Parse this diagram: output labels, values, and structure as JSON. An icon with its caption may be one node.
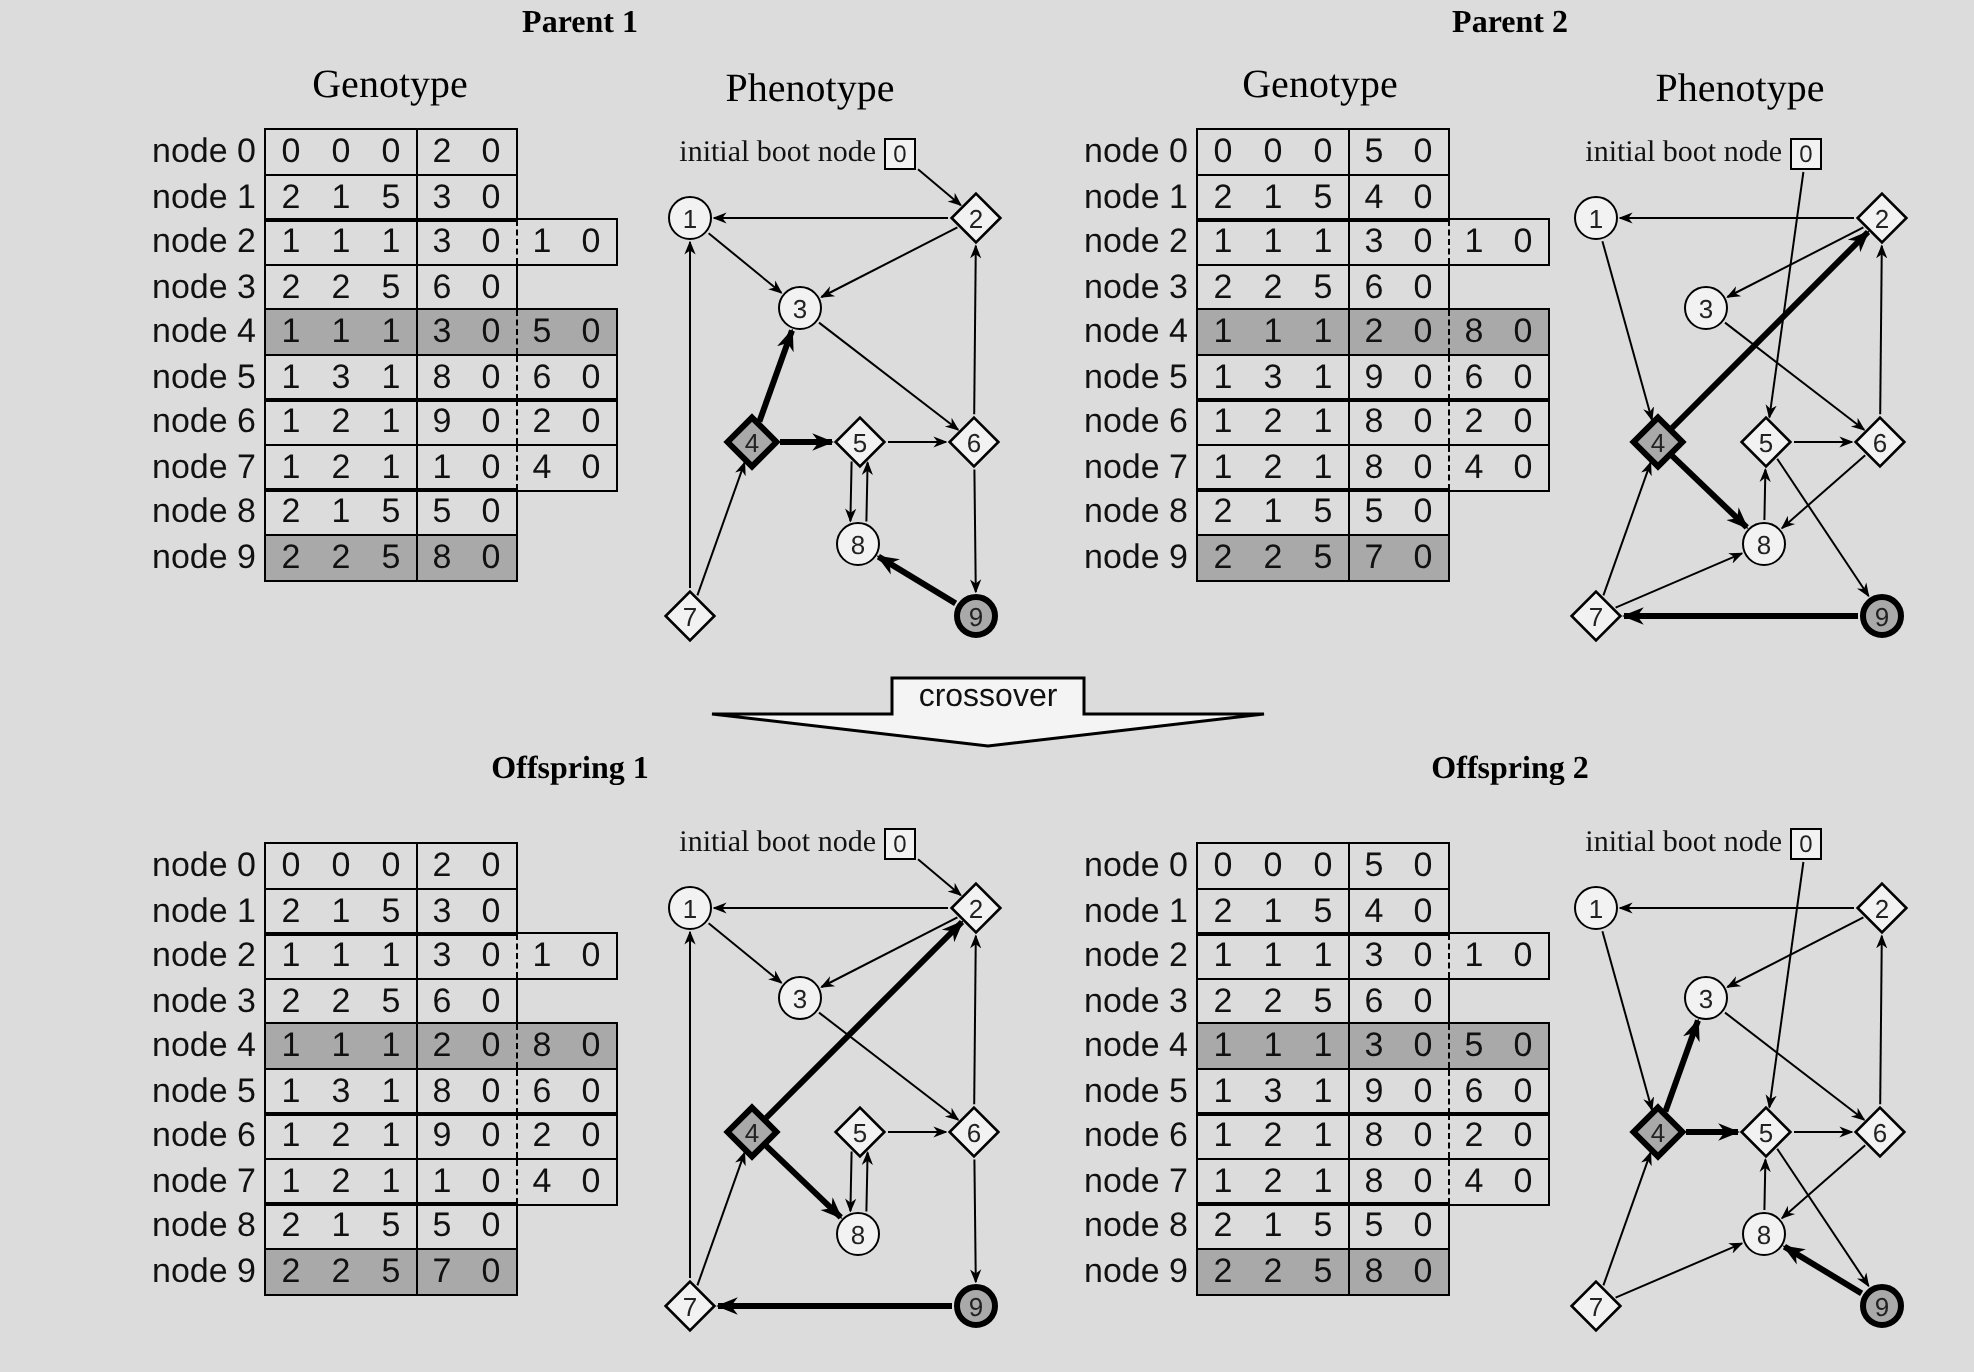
{
  "diagram": {
    "nodes": [
      {
        "text": [
          "0",
          "0",
          "0",
          "2",
          "0"
        ],
        "beside": [
          "node 0"
        ]
      },
      {
        "text": [
          "2",
          "1",
          "5",
          "3",
          "0"
        ],
        "beside": [
          "node 1"
        ]
      },
      {
        "text": [
          "1",
          "1",
          "1",
          "3",
          "0",
          "1",
          "0"
        ],
        "beside": [
          "node 2"
        ]
      },
      {
        "text": [
          "2",
          "2",
          "5",
          "6",
          "0"
        ],
        "beside": [
          "node 3"
        ]
      },
      {
        "text": [
          "1",
          "1",
          "1",
          "3",
          "0",
          "5",
          "0"
        ],
        "beside": [
          "node 4"
        ]
      },
      {
        "text": [
          "1",
          "3",
          "1",
          "8",
          "0",
          "6",
          "0"
        ],
        "beside": [
          "node 5"
        ]
      },
      {
        "text": [
          "1",
          "2",
          "1",
          "9",
          "0",
          "2",
          "0"
        ],
        "beside": [
          "node 6"
        ]
      },
      {
        "text": [
          "1",
          "2",
          "1",
          "1",
          "0",
          "4",
          "0"
        ],
        "beside": [
          "node 7"
        ]
      },
      {
        "text": [
          "2",
          "1",
          "5",
          "5",
          "0"
        ],
        "beside": [
          "node 8"
        ]
      },
      {
        "text": [
          "2",
          "2",
          "5",
          "8",
          "0"
        ],
        "beside": [
          "node 9"
        ]
      },
      {
        "text": [
          "0"
        ],
        "beside": [
          "initial boot node"
        ]
      },
      {
        "text": [
          "1"
        ]
      },
      {
        "text": [
          "2"
        ]
      },
      {
        "text": [
          "3"
        ]
      },
      {
        "text": [
          "4"
        ]
      },
      {
        "text": [
          "5"
        ]
      },
      {
        "text": [
          "6"
        ]
      },
      {
        "text": [
          "7"
        ]
      },
      {
        "text": [
          "8"
        ]
      },
      {
        "text": [
          "9"
        ]
      },
      {
        "text": [
          "0",
          "0",
          "0",
          "5",
          "0"
        ],
        "beside": [
          "node 0"
        ]
      },
      {
        "text": [
          "2",
          "1",
          "5",
          "4",
          "0"
        ],
        "beside": [
          "node 1"
        ]
      },
      {
        "text": [
          "1",
          "1",
          "1",
          "3",
          "0",
          "1",
          "0"
        ],
        "beside": [
          "node 2"
        ]
      },
      {
        "text": [
          "2",
          "2",
          "5",
          "6",
          "0"
        ],
        "beside": [
          "node 3"
        ]
      },
      {
        "text": [
          "1",
          "1",
          "1",
          "2",
          "0",
          "8",
          "0"
        ],
        "beside": [
          "node 4"
        ]
      },
      {
        "text": [
          "1",
          "3",
          "1",
          "9",
          "0",
          "6",
          "0"
        ],
        "beside": [
          "node 5"
        ]
      },
      {
        "text": [
          "1",
          "2",
          "1",
          "8",
          "0",
          "2",
          "0"
        ],
        "beside": [
          "node 6"
        ]
      },
      {
        "text": [
          "1",
          "2",
          "1",
          "8",
          "0",
          "4",
          "0"
        ],
        "beside": [
          "node 7"
        ]
      },
      {
        "text": [
          "2",
          "1",
          "5",
          "5",
          "0"
        ],
        "beside": [
          "node 8"
        ]
      },
      {
        "text": [
          "2",
          "2",
          "5",
          "7",
          "0"
        ],
        "beside": [
          "node 9"
        ]
      },
      {
        "text": [
          "0"
        ],
        "beside": [
          "initial boot node"
        ]
      },
      {
        "text": [
          "1"
        ]
      },
      {
        "text": [
          "2"
        ]
      },
      {
        "text": [
          "3"
        ]
      },
      {
        "text": [
          "4"
        ]
      },
      {
        "text": [
          "5"
        ]
      },
      {
        "text": [
          "6"
        ]
      },
      {
        "text": [
          "7"
        ]
      },
      {
        "text": [
          "8"
        ]
      },
      {
        "text": [
          "9"
        ]
      },
      {
        "text": [
          "crossover"
        ]
      },
      {
        "text": [
          "0",
          "0",
          "0",
          "2",
          "0"
        ],
        "beside": [
          "node 0"
        ]
      },
      {
        "text": [
          "2",
          "1",
          "5",
          "3",
          "0"
        ],
        "beside": [
          "node 1"
        ]
      },
      {
        "text": [
          "1",
          "1",
          "1",
          "3",
          "0",
          "1",
          "0"
        ],
        "beside": [
          "node 2"
        ]
      },
      {
        "text": [
          "2",
          "2",
          "5",
          "6",
          "0"
        ],
        "beside": [
          "node 3"
        ]
      },
      {
        "text": [
          "1",
          "1",
          "1",
          "2",
          "0",
          "8",
          "0"
        ],
        "beside": [
          "node 4"
        ]
      },
      {
        "text": [
          "1",
          "3",
          "1",
          "8",
          "0",
          "6",
          "0"
        ],
        "beside": [
          "node 5"
        ]
      },
      {
        "text": [
          "1",
          "2",
          "1",
          "9",
          "0",
          "2",
          "0"
        ],
        "beside": [
          "node 6"
        ]
      },
      {
        "text": [
          "1",
          "2",
          "1",
          "1",
          "0",
          "4",
          "0"
        ],
        "beside": [
          "node 7"
        ]
      },
      {
        "text": [
          "2",
          "1",
          "5",
          "5",
          "0"
        ],
        "beside": [
          "node 8"
        ]
      },
      {
        "text": [
          "2",
          "2",
          "5",
          "7",
          "0"
        ],
        "beside": [
          "node 9"
        ]
      },
      {
        "text": [
          "0"
        ],
        "beside": [
          "initial boot node"
        ]
      },
      {
        "text": [
          "1"
        ]
      },
      {
        "text": [
          "2"
        ]
      },
      {
        "text": [
          "3"
        ]
      },
      {
        "text": [
          "4"
        ]
      },
      {
        "text": [
          "5"
        ]
      },
      {
        "text": [
          "6"
        ]
      },
      {
        "text": [
          "7"
        ]
      },
      {
        "text": [
          "8"
        ]
      },
      {
        "text": [
          "9"
        ]
      },
      {
        "text": [
          "0",
          "0",
          "0",
          "5",
          "0"
        ],
        "beside": [
          "node 0"
        ]
      },
      {
        "text": [
          "2",
          "1",
          "5",
          "4",
          "0"
        ],
        "beside": [
          "node 1"
        ]
      },
      {
        "text": [
          "1",
          "1",
          "1",
          "3",
          "0",
          "1",
          "0"
        ],
        "beside": [
          "node 2"
        ]
      },
      {
        "text": [
          "2",
          "2",
          "5",
          "6",
          "0"
        ],
        "beside": [
          "node 3"
        ]
      },
      {
        "text": [
          "1",
          "1",
          "1",
          "3",
          "0",
          "5",
          "0"
        ],
        "beside": [
          "node 4"
        ]
      },
      {
        "text": [
          "1",
          "3",
          "1",
          "9",
          "0",
          "6",
          "0"
        ],
        "beside": [
          "node 5"
        ]
      },
      {
        "text": [
          "1",
          "2",
          "1",
          "8",
          "0",
          "2",
          "0"
        ],
        "beside": [
          "node 6"
        ]
      },
      {
        "text": [
          "1",
          "2",
          "1",
          "8",
          "0",
          "4",
          "0"
        ],
        "beside": [
          "node 7"
        ]
      },
      {
        "text": [
          "2",
          "1",
          "5",
          "5",
          "0"
        ],
        "beside": [
          "node 8"
        ]
      },
      {
        "text": [
          "2",
          "2",
          "5",
          "8",
          "0"
        ],
        "beside": [
          "node 9"
        ]
      },
      {
        "text": [
          "0"
        ],
        "beside": [
          "initial boot node"
        ]
      },
      {
        "text": [
          "1"
        ]
      },
      {
        "text": [
          "2"
        ]
      },
      {
        "text": [
          "3"
        ]
      },
      {
        "text": [
          "4"
        ]
      },
      {
        "text": [
          "5"
        ]
      },
      {
        "text": [
          "6"
        ]
      },
      {
        "text": [
          "7"
        ]
      },
      {
        "text": [
          "8"
        ]
      },
      {
        "text": [
          "9"
        ]
      }
    ],
    "edges": [
      {
        "from": 10,
        "to": 12,
        "arrow": "to"
      },
      {
        "from": 11,
        "to": 13,
        "arrow": "to"
      },
      {
        "from": 12,
        "to": 13,
        "arrow": "to"
      },
      {
        "from": 12,
        "to": 11,
        "arrow": "to"
      },
      {
        "from": 13,
        "to": 16,
        "arrow": "to"
      },
      {
        "from": 14,
        "to": 13,
        "arrow": "to",
        "style": "thick"
      },
      {
        "from": 14,
        "to": 15,
        "arrow": "to",
        "style": "thick"
      },
      {
        "from": 15,
        "to": 18,
        "arrow": "to"
      },
      {
        "from": 15,
        "to": 16,
        "arrow": "to"
      },
      {
        "from": 16,
        "to": 19,
        "arrow": "to"
      },
      {
        "from": 16,
        "to": 12,
        "arrow": "to"
      },
      {
        "from": 17,
        "to": 11,
        "arrow": "to"
      },
      {
        "from": 17,
        "to": 14,
        "arrow": "to"
      },
      {
        "from": 18,
        "to": 15,
        "arrow": "to"
      },
      {
        "from": 19,
        "to": 18,
        "arrow": "to",
        "style": "thick"
      },
      {
        "from": 30,
        "to": 35,
        "arrow": "to"
      },
      {
        "from": 31,
        "to": 34,
        "arrow": "to"
      },
      {
        "from": 32,
        "to": 33,
        "arrow": "to"
      },
      {
        "from": 32,
        "to": 31,
        "arrow": "to"
      },
      {
        "from": 33,
        "to": 36,
        "arrow": "to"
      },
      {
        "from": 34,
        "to": 32,
        "arrow": "to",
        "style": "thick"
      },
      {
        "from": 34,
        "to": 38,
        "arrow": "to",
        "style": "thick"
      },
      {
        "from": 35,
        "to": 39,
        "arrow": "to"
      },
      {
        "from": 35,
        "to": 36,
        "arrow": "to"
      },
      {
        "from": 36,
        "to": 38,
        "arrow": "to"
      },
      {
        "from": 36,
        "to": 32,
        "arrow": "to"
      },
      {
        "from": 37,
        "to": 38,
        "arrow": "to"
      },
      {
        "from": 37,
        "to": 34,
        "arrow": "to"
      },
      {
        "from": 38,
        "to": 35,
        "arrow": "to"
      },
      {
        "from": 39,
        "to": 37,
        "arrow": "to",
        "style": "thick"
      },
      {
        "from": 51,
        "to": 53,
        "arrow": "to"
      },
      {
        "from": 52,
        "to": 54,
        "arrow": "to"
      },
      {
        "from": 53,
        "to": 54,
        "arrow": "to"
      },
      {
        "from": 53,
        "to": 52,
        "arrow": "to"
      },
      {
        "from": 54,
        "to": 57,
        "arrow": "to"
      },
      {
        "from": 55,
        "to": 53,
        "arrow": "to",
        "style": "thick"
      },
      {
        "from": 55,
        "to": 59,
        "arrow": "to",
        "style": "thick"
      },
      {
        "from": 56,
        "to": 59,
        "arrow": "to"
      },
      {
        "from": 56,
        "to": 57,
        "arrow": "to"
      },
      {
        "from": 57,
        "to": 60,
        "arrow": "to"
      },
      {
        "from": 57,
        "to": 53,
        "arrow": "to"
      },
      {
        "from": 58,
        "to": 52,
        "arrow": "to"
      },
      {
        "from": 58,
        "to": 55,
        "arrow": "to"
      },
      {
        "from": 59,
        "to": 56,
        "arrow": "to"
      },
      {
        "from": 60,
        "to": 58,
        "arrow": "to",
        "style": "thick"
      },
      {
        "from": 71,
        "to": 76,
        "arrow": "to"
      },
      {
        "from": 72,
        "to": 75,
        "arrow": "to"
      },
      {
        "from": 73,
        "to": 74,
        "arrow": "to"
      },
      {
        "from": 73,
        "to": 72,
        "arrow": "to"
      },
      {
        "from": 74,
        "to": 77,
        "arrow": "to"
      },
      {
        "from": 75,
        "to": 74,
        "arrow": "to",
        "style": "thick"
      },
      {
        "from": 75,
        "to": 76,
        "arrow": "to",
        "style": "thick"
      },
      {
        "from": 76,
        "to": 80,
        "arrow": "to"
      },
      {
        "from": 76,
        "to": 77,
        "arrow": "to"
      },
      {
        "from": 77,
        "to": 79,
        "arrow": "to"
      },
      {
        "from": 77,
        "to": 73,
        "arrow": "to"
      },
      {
        "from": 78,
        "to": 79,
        "arrow": "to"
      },
      {
        "from": 78,
        "to": 75,
        "arrow": "to"
      },
      {
        "from": 79,
        "to": 76,
        "arrow": "to"
      },
      {
        "from": 80,
        "to": 79,
        "arrow": "to",
        "style": "thick"
      }
    ],
    "labels": [
      "Parent 1",
      "Parent 2",
      "Genotype",
      "Phenotype",
      "Genotype",
      "Phenotype",
      "Offspring 1",
      "Offspring 2"
    ]
  }
}
